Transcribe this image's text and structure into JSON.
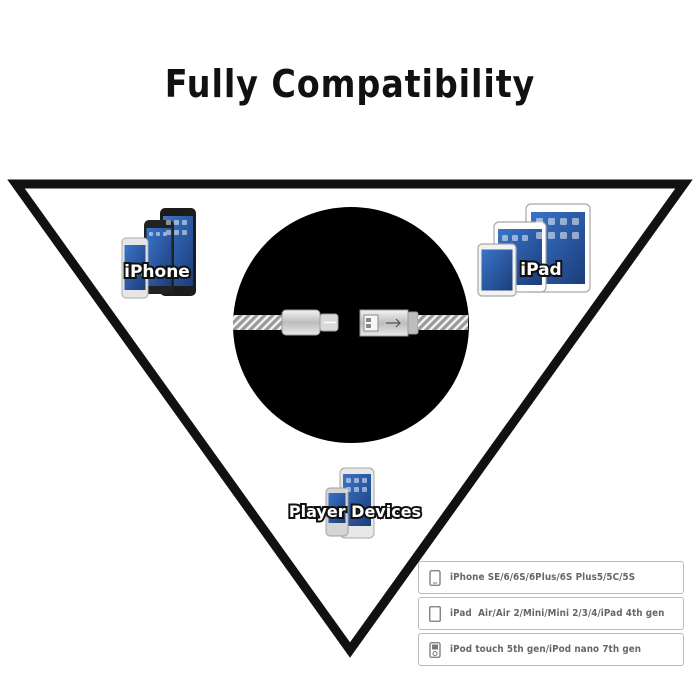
{
  "title": "Fully Compatibility",
  "labels": {
    "iphone": "iPhone",
    "ipad": "iPad",
    "player": "Player Devices"
  },
  "compatibility": [
    {
      "icon": "phone-icon",
      "text": "iPhone SE/6/6S/6Plus/6S Plus5/5C/5S"
    },
    {
      "icon": "tablet-icon",
      "text": "iPad  Air/Air 2/Mini/Mini 2/3/4/iPad 4th gen"
    },
    {
      "icon": "ipod-icon",
      "text": "iPod touch 5th gen/iPod nano 7th gen"
    }
  ],
  "colors": {
    "triangle_border": "#111111",
    "circle_fill": "#000000",
    "cable_silver": "#c8c8c8",
    "row_border": "#bbbbbb",
    "row_text": "#666666"
  }
}
